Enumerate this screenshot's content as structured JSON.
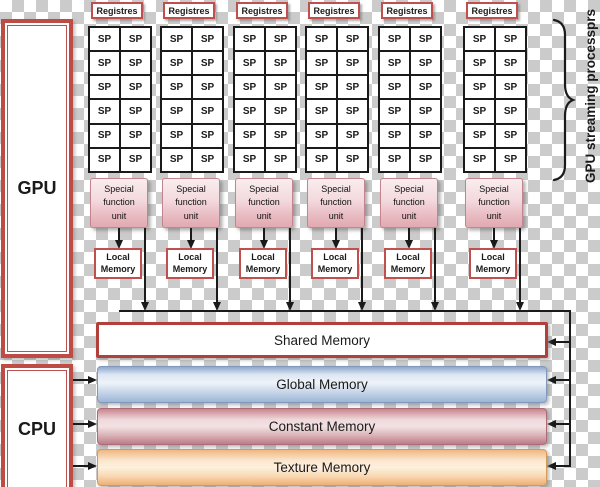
{
  "diagram": {
    "gpu": {
      "label": "GPU"
    },
    "cpu": {
      "label": "CPU"
    },
    "brace_label": "GPU streaming processprs",
    "columns": {
      "count": 6,
      "register_label": "Registres",
      "sp_label": "SP",
      "sp_rows": 6,
      "sp_cols": 2,
      "sfu_lines": [
        "Special",
        "function",
        "unit"
      ],
      "local_memory_lines": [
        "Local",
        "Memory"
      ]
    },
    "memory_bars": [
      {
        "id": "shared",
        "label": "Shared Memory"
      },
      {
        "id": "global",
        "label": "Global Memory"
      },
      {
        "id": "constant",
        "label": "Constant Memory"
      },
      {
        "id": "texture",
        "label": "Texture Memory"
      }
    ],
    "colors": {
      "frame_red": "#bf4b45",
      "box_border_red": "#c0504d",
      "sfu_fill_top": "#f9edef",
      "sfu_fill_bottom": "#e2a9b2",
      "shared_border": "#b1403a",
      "global_blue": "#9db6d5",
      "constant_pink": "#bd7c89",
      "texture_orange": "#efaf73",
      "line_black": "#1a1a1a",
      "checker_gray": "#cbcbcb"
    }
  }
}
